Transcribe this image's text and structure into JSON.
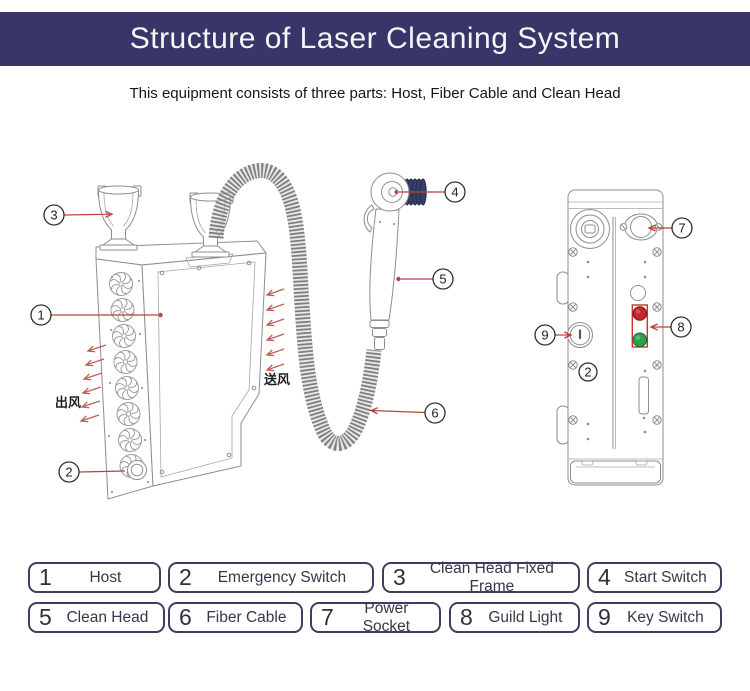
{
  "header": {
    "title": "Structure of Laser Cleaning System"
  },
  "subtitle": "This equipment consists of three parts: Host, Fiber Cable and Clean Head",
  "diagram": {
    "air_out_label": "出风",
    "air_in_label": "送风",
    "callouts": [
      {
        "num": "1"
      },
      {
        "num": "2"
      },
      {
        "num": "3"
      },
      {
        "num": "4"
      },
      {
        "num": "5"
      },
      {
        "num": "6"
      },
      {
        "num": "7"
      },
      {
        "num": "8"
      },
      {
        "num": "9"
      }
    ]
  },
  "legend": {
    "items": [
      {
        "num": "1",
        "label": "Host"
      },
      {
        "num": "2",
        "label": "Emergency Switch"
      },
      {
        "num": "3",
        "label": "Clean Head Fixed Frame"
      },
      {
        "num": "4",
        "label": "Start Switch"
      },
      {
        "num": "5",
        "label": "Clean Head"
      },
      {
        "num": "6",
        "label": "Fiber Cable"
      },
      {
        "num": "7",
        "label": "Power Socket"
      },
      {
        "num": "8",
        "label": "Guild Light"
      },
      {
        "num": "9",
        "label": "Key Switch"
      }
    ]
  },
  "colors": {
    "banner": "#383568",
    "callout_red": "#b5443b",
    "indicator_red": "#c5262c",
    "indicator_green": "#2f9e4f",
    "nozzle_navy": "#394066"
  }
}
